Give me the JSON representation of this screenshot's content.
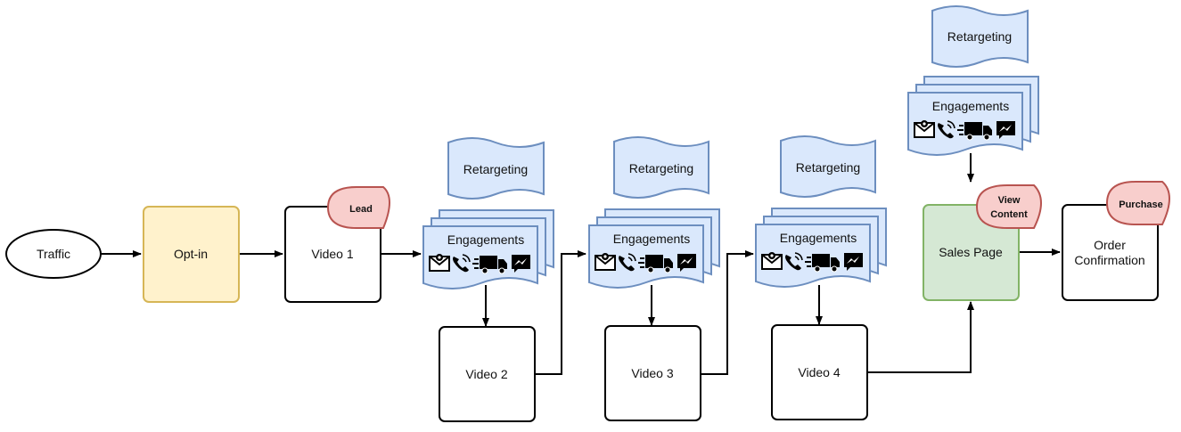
{
  "nodes": {
    "traffic": "Traffic",
    "optin": "Opt-in",
    "video1": "Video 1",
    "video2": "Video 2",
    "video3": "Video 3",
    "video4": "Video 4",
    "sales_page": "Sales Page",
    "order_line1": "Order",
    "order_line2": "Confirmation"
  },
  "stages": [
    {
      "retargeting": "Retargeting",
      "engagements": "Engagements"
    },
    {
      "retargeting": "Retargeting",
      "engagements": "Engagements"
    },
    {
      "retargeting": "Retargeting",
      "engagements": "Engagements"
    },
    {
      "retargeting": "Retargeting",
      "engagements": "Engagements"
    }
  ],
  "tags": {
    "lead": "Lead",
    "view_content_line1": "View",
    "view_content_line2": "Content",
    "purchase": "Purchase"
  },
  "icons": [
    "email-icon",
    "phone-icon",
    "truck-icon",
    "messenger-icon"
  ],
  "colors": {
    "optin_fill": "#fff2cc",
    "optin_stroke": "#d6b656",
    "sales_fill": "#d5e8d4",
    "sales_stroke": "#82b366",
    "blue_fill": "#dae8fc",
    "blue_stroke": "#6c8ebf",
    "tag_fill": "#f8cecc",
    "tag_stroke": "#b85450"
  }
}
